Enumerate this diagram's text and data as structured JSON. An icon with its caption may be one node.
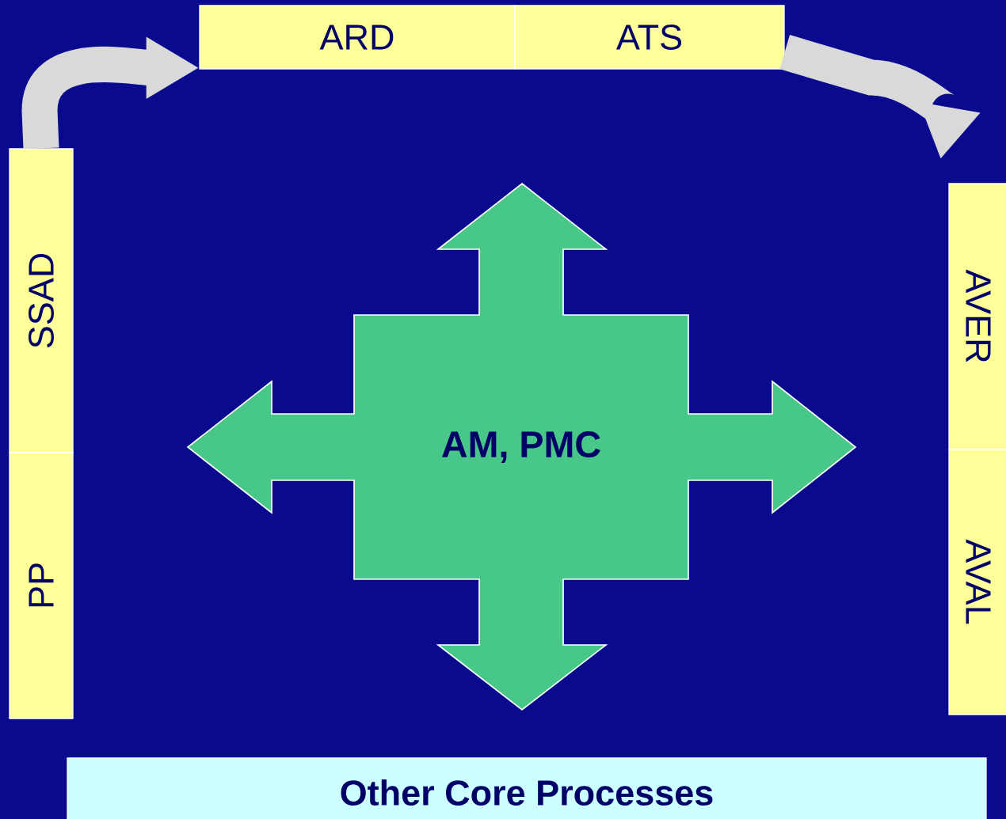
{
  "diagram": {
    "nodes": [
      {
        "text": [
          "SSAD"
        ]
      },
      {
        "text": [
          "PP"
        ]
      },
      {
        "text": [
          "ARD"
        ]
      },
      {
        "text": [
          "ATS"
        ]
      },
      {
        "text": [
          "AVER"
        ]
      },
      {
        "text": [
          "AVAL"
        ]
      },
      {
        "text": [
          "AM, PMC"
        ]
      },
      {
        "text": [
          "Other Core Processes"
        ]
      }
    ],
    "edges": [
      {
        "from": 0,
        "to": 2,
        "arrow": "to"
      },
      {
        "from": 3,
        "to": 4,
        "arrow": "to"
      }
    ]
  }
}
